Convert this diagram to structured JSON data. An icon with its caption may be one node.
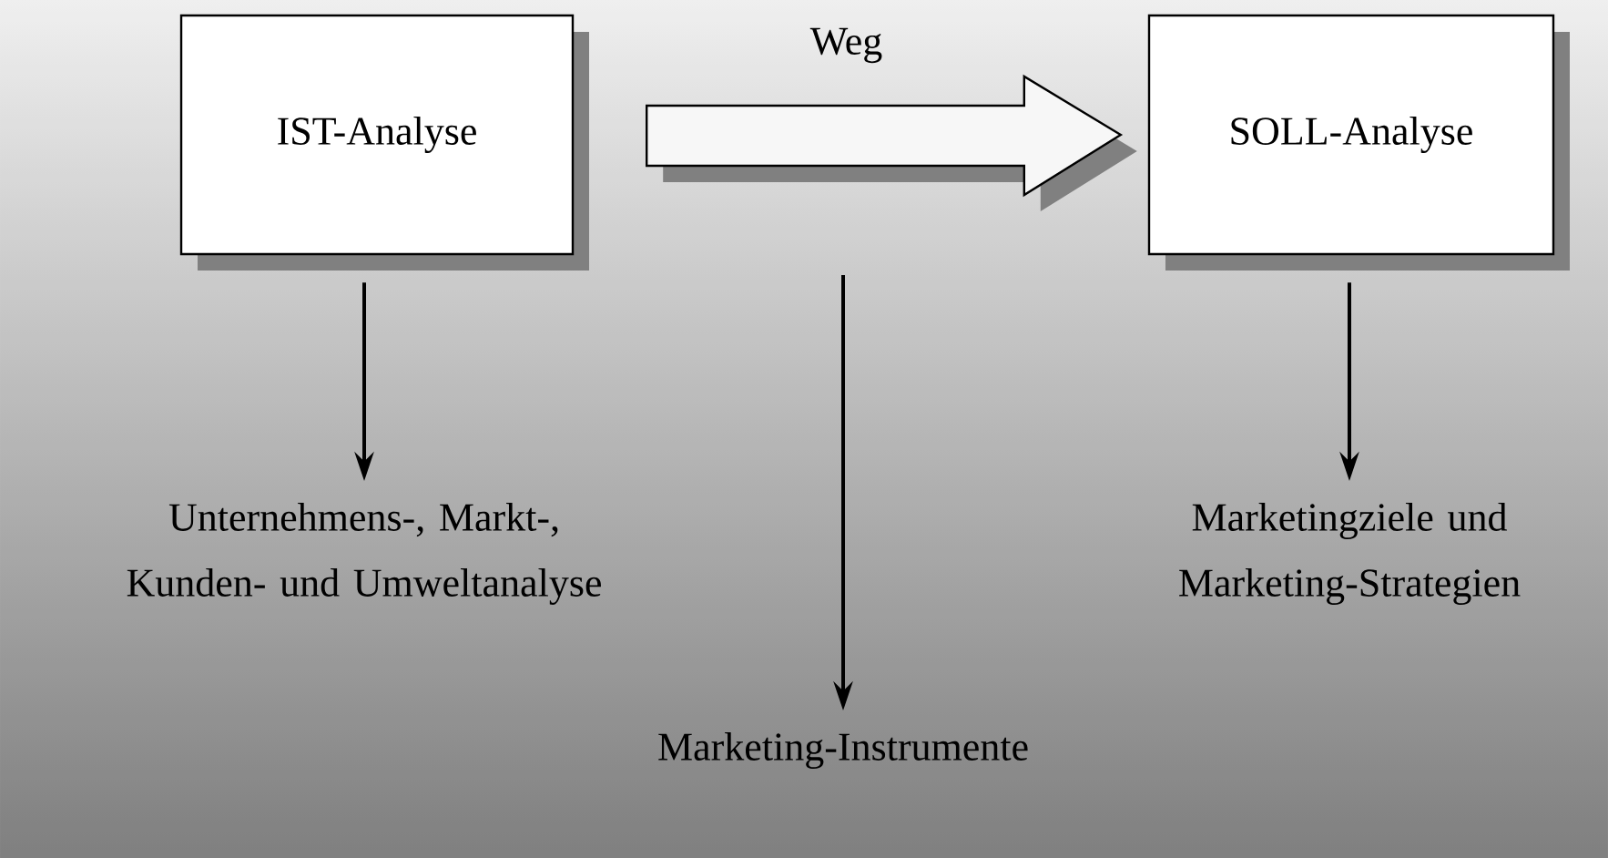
{
  "diagram": {
    "nodes": [
      {
        "text": [
          "IST-Analyse"
        ]
      },
      {
        "text": [
          "SOLL-Analyse"
        ]
      },
      {
        "text": [
          "Unternehmens-, Markt-, Kunden- und Umweltanalyse"
        ]
      },
      {
        "text": [
          "Marketingziele und Marketing-Strategien"
        ]
      },
      {
        "text": [
          "Marketing-Instrumente"
        ]
      }
    ],
    "edges": [
      {
        "from": 0,
        "to": 1,
        "arrow": "to",
        "label": "Weg",
        "style": "thick"
      },
      {
        "from": 0,
        "to": 2,
        "arrow": "to"
      },
      {
        "from": 1,
        "to": 3,
        "arrow": "to"
      },
      {
        "from": null,
        "to": 4,
        "arrow": "to"
      }
    ]
  }
}
